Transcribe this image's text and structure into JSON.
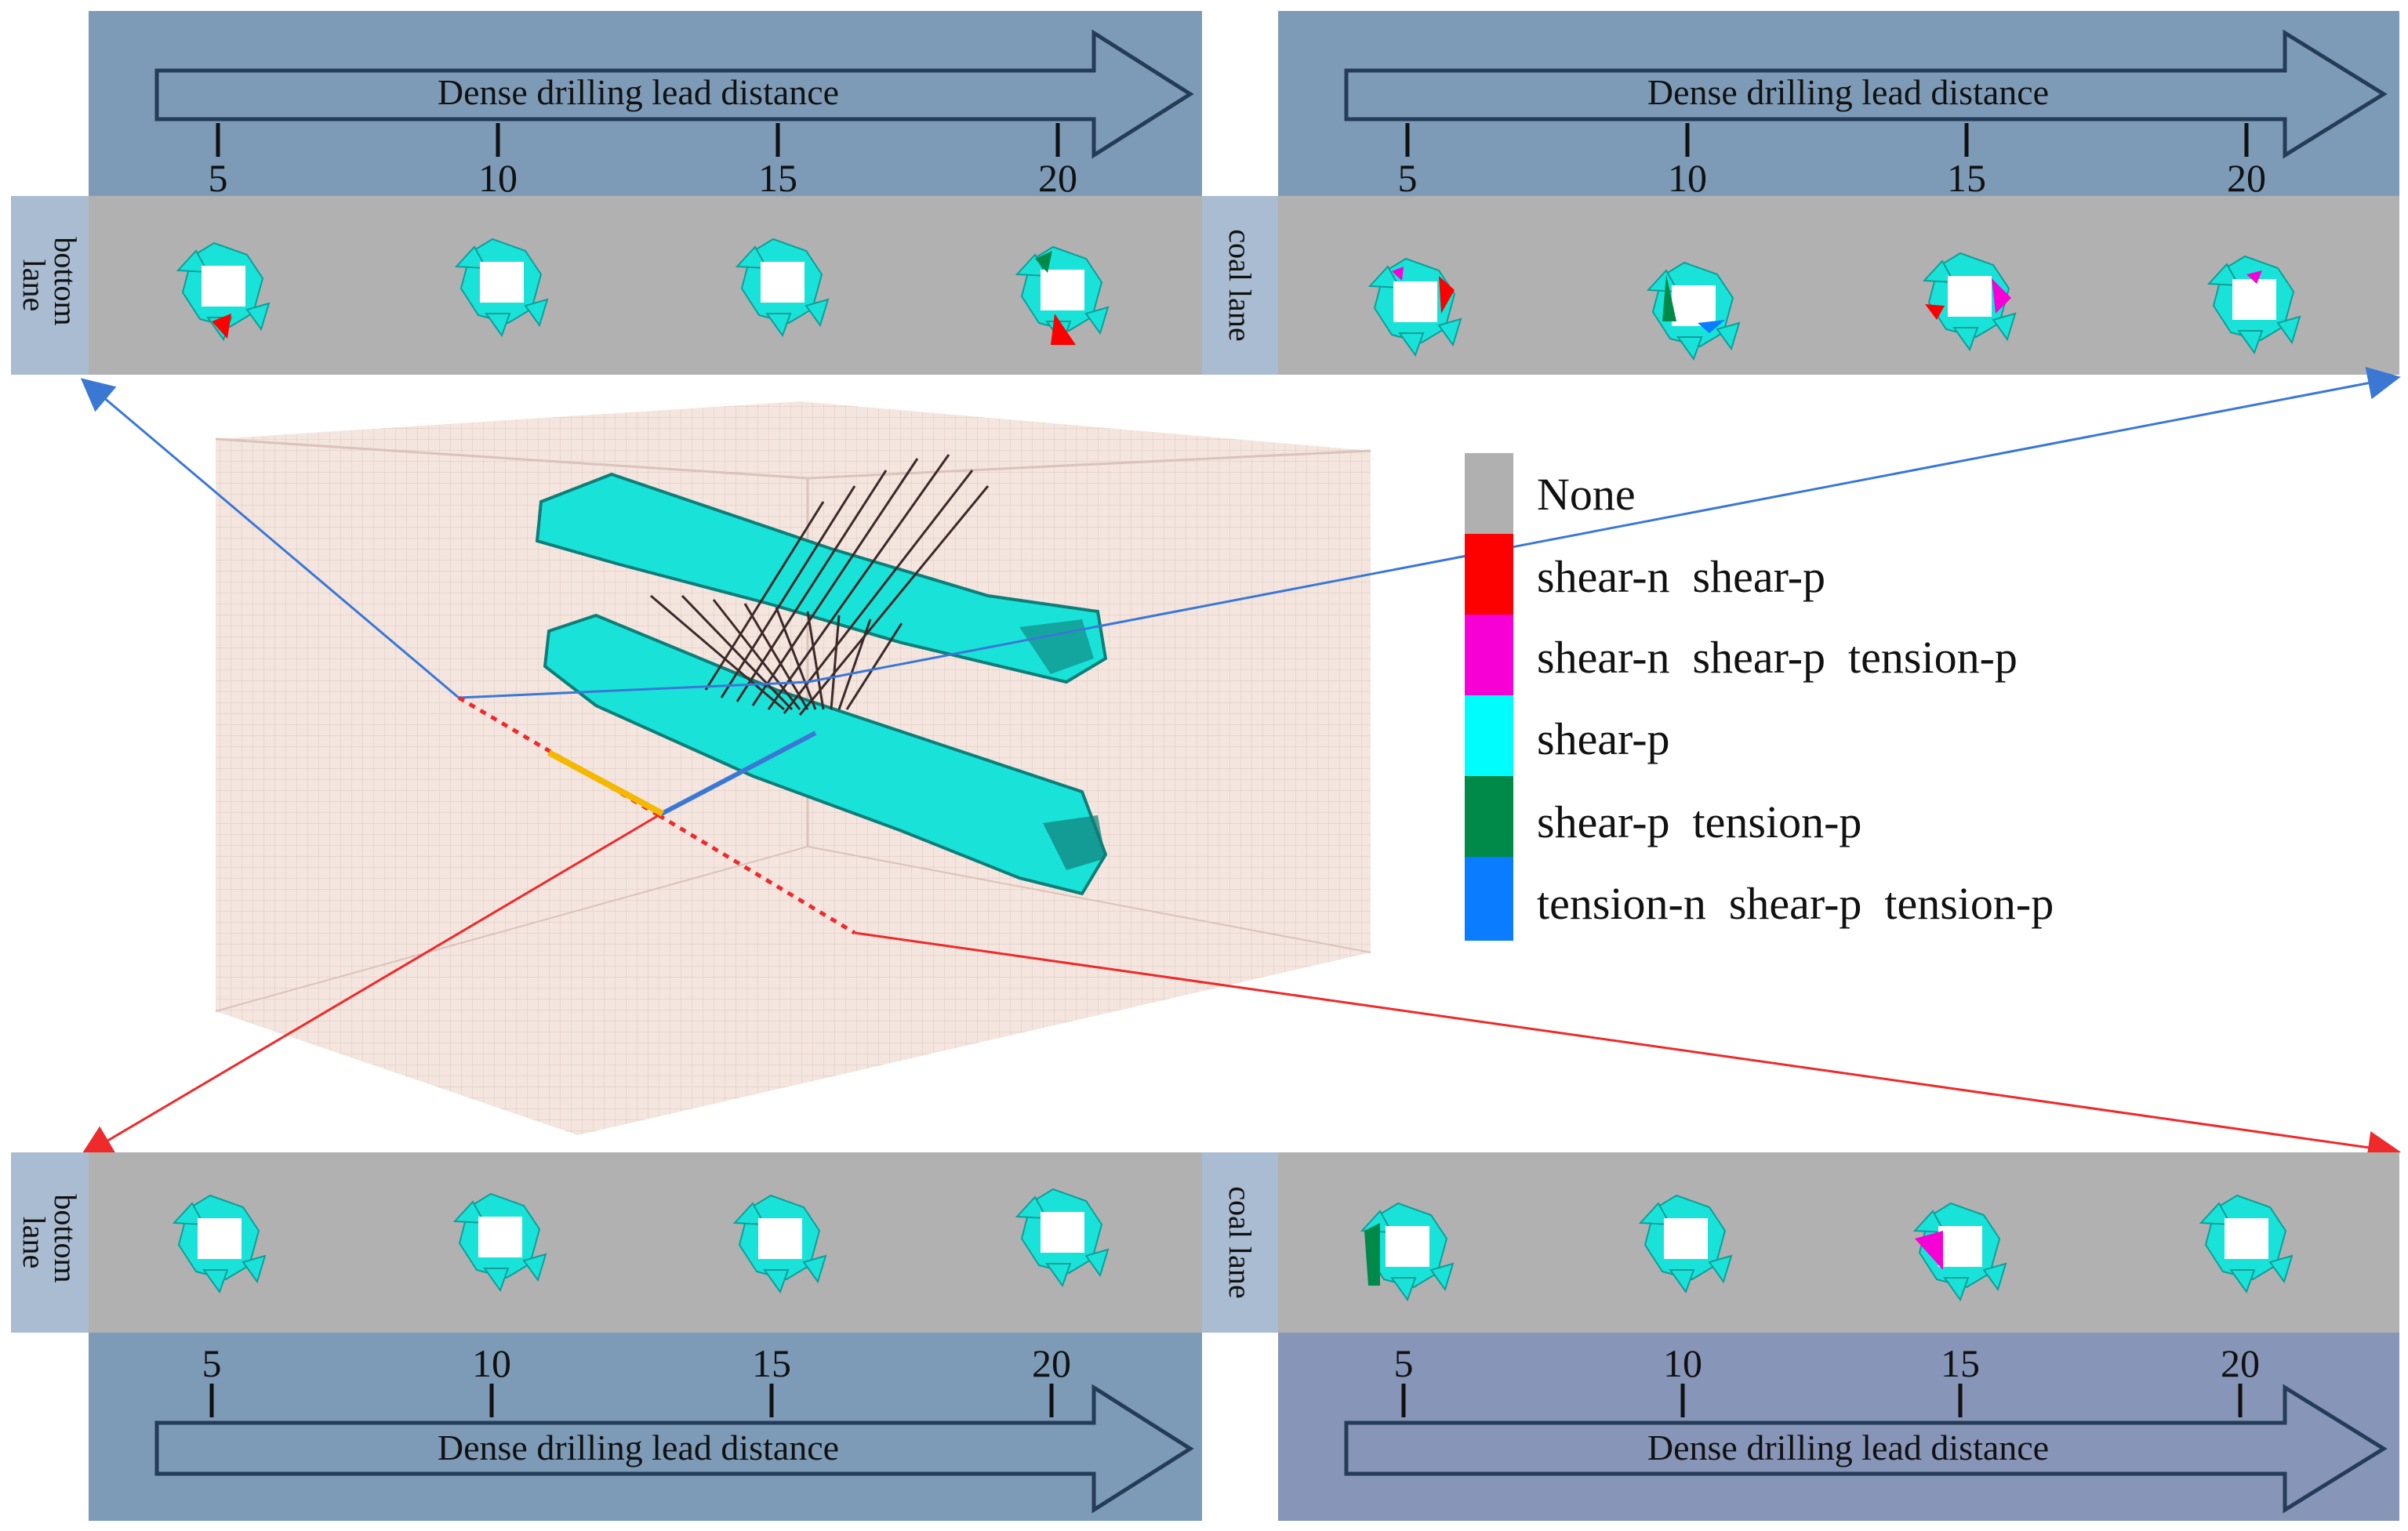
{
  "colors": {
    "panel_header": "#7d9bb7",
    "panel_header_alt": "#8796b8",
    "section_gray": "#b1b1b1",
    "side_tab": "#a9bcd1",
    "arrow_fill": "#7d9bb7",
    "arrow_stroke": "#243c58",
    "shear_cyan": "#19e3d9",
    "blue_link": "#3a78d4",
    "red_link": "#ee2a2a",
    "yellow_link": "#f4b800",
    "box_fill": "#f2dcd4"
  },
  "panels": {
    "top_left": {
      "arrow_label": "Dense drilling lead distance",
      "ticks": [
        "5",
        "10",
        "15",
        "20"
      ],
      "side_label_lines": [
        "bottom",
        "lane"
      ]
    },
    "top_right": {
      "arrow_label": "Dense drilling lead distance",
      "ticks": [
        "5",
        "10",
        "15",
        "20"
      ],
      "side_label_lines": [
        "coal lane"
      ]
    },
    "bottom_left": {
      "arrow_label": "Dense drilling lead distance",
      "ticks": [
        "5",
        "10",
        "15",
        "20"
      ],
      "side_label_lines": [
        "bottom",
        "lane"
      ]
    },
    "bottom_right": {
      "arrow_label": "Dense drilling lead distance",
      "ticks": [
        "5",
        "10",
        "15",
        "20"
      ],
      "side_label_lines": [
        "coal lane"
      ]
    }
  },
  "legend": [
    {
      "label": "None",
      "color": "#b0b0b0"
    },
    {
      "label": "shear-n  shear-p",
      "color": "#fd0000"
    },
    {
      "label": "shear-n  shear-p  tension-p",
      "color": "#f700d6"
    },
    {
      "label": "shear-p",
      "color": "#00fdfd"
    },
    {
      "label": "shear-p  tension-p",
      "color": "#008a4a"
    },
    {
      "label": "tension-n  shear-p  tension-p",
      "color": "#0a7cff"
    }
  ]
}
